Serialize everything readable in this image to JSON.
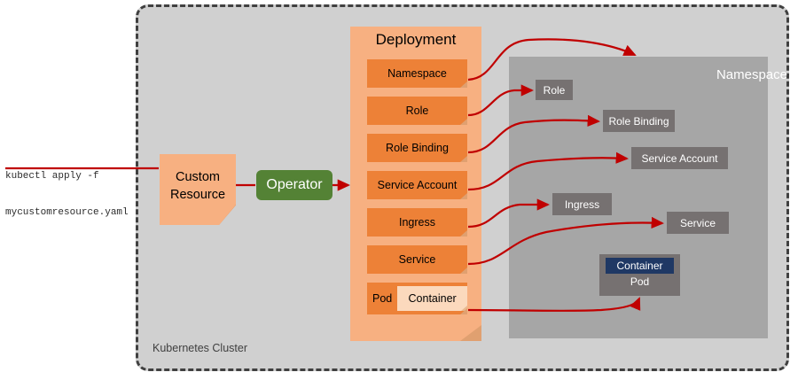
{
  "command": {
    "line1": "kubectl apply -f",
    "line2": "mycustomresource.yaml"
  },
  "cluster": {
    "label": "Kubernetes Cluster"
  },
  "custom_resource": {
    "line1": "Custom",
    "line2": "Resource"
  },
  "operator": {
    "label": "Operator"
  },
  "deployment": {
    "title": "Deployment",
    "items": [
      {
        "label": "Namespace"
      },
      {
        "label": "Role"
      },
      {
        "label": "Role Binding"
      },
      {
        "label": "Service Account"
      },
      {
        "label": "Ingress"
      },
      {
        "label": "Service"
      }
    ],
    "pod": {
      "label": "Pod",
      "container_label": "Container"
    }
  },
  "namespace": {
    "title": "Namespace",
    "boxes": [
      {
        "label": "Role"
      },
      {
        "label": "Role Binding"
      },
      {
        "label": "Service Account"
      },
      {
        "label": "Ingress"
      },
      {
        "label": "Service"
      }
    ],
    "pod": {
      "label": "Pod",
      "container_label": "Container"
    }
  },
  "colors": {
    "cluster_bg": "#d0d0d0",
    "cluster_border": "#404040",
    "deployment_bg": "#f7b081",
    "deployment_item": "#ed8137",
    "operator_green": "#548235",
    "namespace_bg": "#a6a6a6",
    "namespace_box": "#767171",
    "container_navy": "#1f3864",
    "arrow_red": "#c00000"
  }
}
